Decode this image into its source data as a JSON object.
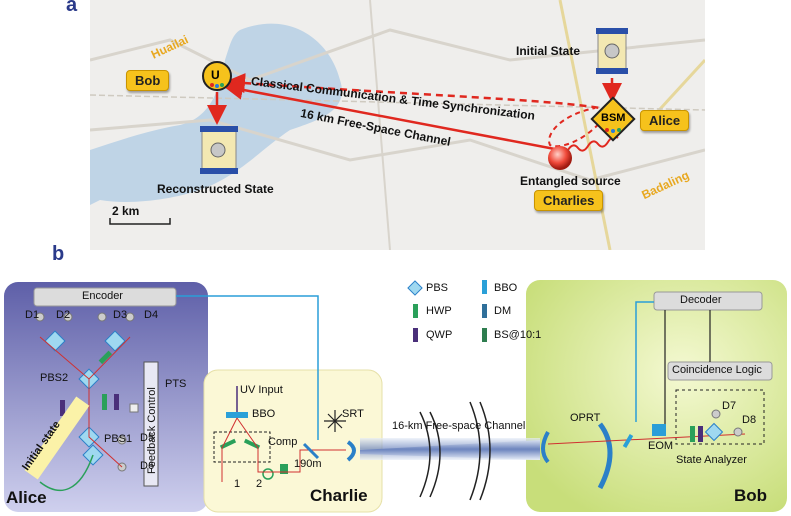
{
  "panel_a": {
    "label": "a",
    "bob": "Bob",
    "alice": "Alice",
    "charlies": "Charlies",
    "u_node": "U",
    "bsm_node": "BSM",
    "initial_state": "Initial State",
    "reconstructed_state": "Reconstructed State",
    "entangled_source": "Entangled source",
    "classical_channel": "Classical Communication & Time Synchronization",
    "free_space_channel": "16 km Free-Space Channel",
    "scale": "2 km",
    "place_huailai": "Huailai",
    "place_badaling": "Badaling"
  },
  "panel_b": {
    "label": "b",
    "alice_box": {
      "title": "Alice",
      "encoder": "Encoder",
      "detectors": [
        "D1",
        "D2",
        "D3",
        "D4",
        "D5",
        "D6"
      ],
      "pbs2": "PBS2",
      "pbs1": "PBS1",
      "pts": "PTS",
      "feedback": "Feedback Control",
      "initial_state": "Initial state"
    },
    "charlie_box": {
      "title": "Charlie",
      "uv_input": "UV Input",
      "bbo": "BBO",
      "comp": "Comp",
      "fiber": "190m",
      "port1": "1",
      "port2": "2"
    },
    "srt": "SRT",
    "channel": "16-km Free-space Channel",
    "oprt": "OPRT",
    "bob_box": {
      "title": "Bob",
      "decoder": "Decoder",
      "coincidence": "Coincidence Logic",
      "eom": "EOM",
      "state_analyzer": "State Analyzer",
      "d7": "D7",
      "d8": "D8"
    },
    "legend": [
      {
        "label": "PBS",
        "symbol": "pbs-diamond"
      },
      {
        "label": "BBO",
        "symbol": "bbo-bar",
        "color": "#2aa0d8"
      },
      {
        "label": "HWP",
        "symbol": "hwp-bar",
        "color": "#2aa05a"
      },
      {
        "label": "DM",
        "symbol": "dm-bar",
        "color": "#2f6f9a"
      },
      {
        "label": "QWP",
        "symbol": "qwp-bar",
        "color": "#4a2f7a"
      },
      {
        "label": "BS@10:1",
        "symbol": "bs-bar",
        "color": "#2e7d4f"
      }
    ]
  }
}
